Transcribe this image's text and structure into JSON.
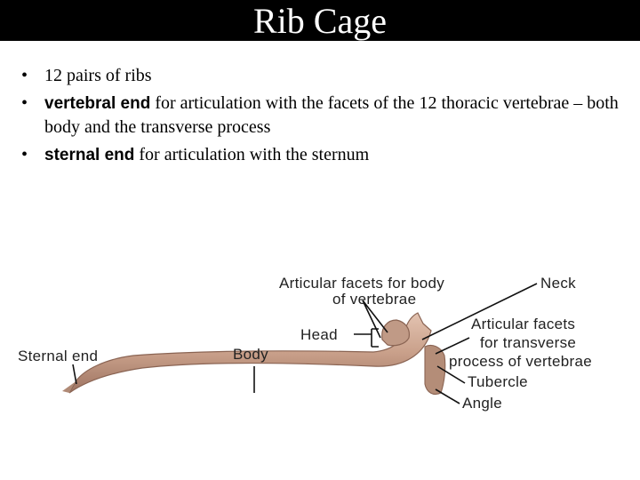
{
  "slide": {
    "title": "Rib Cage",
    "bullets": [
      {
        "symbol": "•",
        "bold": "",
        "text": "12 pairs of ribs"
      },
      {
        "symbol": "•",
        "bold": "vertebral end",
        "text": " for articulation with the facets of the 12 thoracic vertebrae – both body and the transverse process"
      },
      {
        "symbol": "•",
        "bold": "sternal end",
        "text": " for articulation with the sternum"
      }
    ]
  },
  "figure": {
    "labels": {
      "articular_facets_body_line1": "Articular facets for body",
      "articular_facets_body_line2": "of vertebrae",
      "neck": "Neck",
      "head": "Head",
      "articular_facets_transverse_line1": "Articular facets",
      "articular_facets_transverse_line2": "for transverse",
      "articular_facets_transverse_line3": "process of vertebrae",
      "sternal_end": "Sternal end",
      "body": "Body",
      "tubercle": "Tubercle",
      "angle": "Angle"
    },
    "colors": {
      "rib": "#c9a08a",
      "rib_shadow": "#9e7462",
      "rib_highlight": "#e3c3b1"
    }
  }
}
